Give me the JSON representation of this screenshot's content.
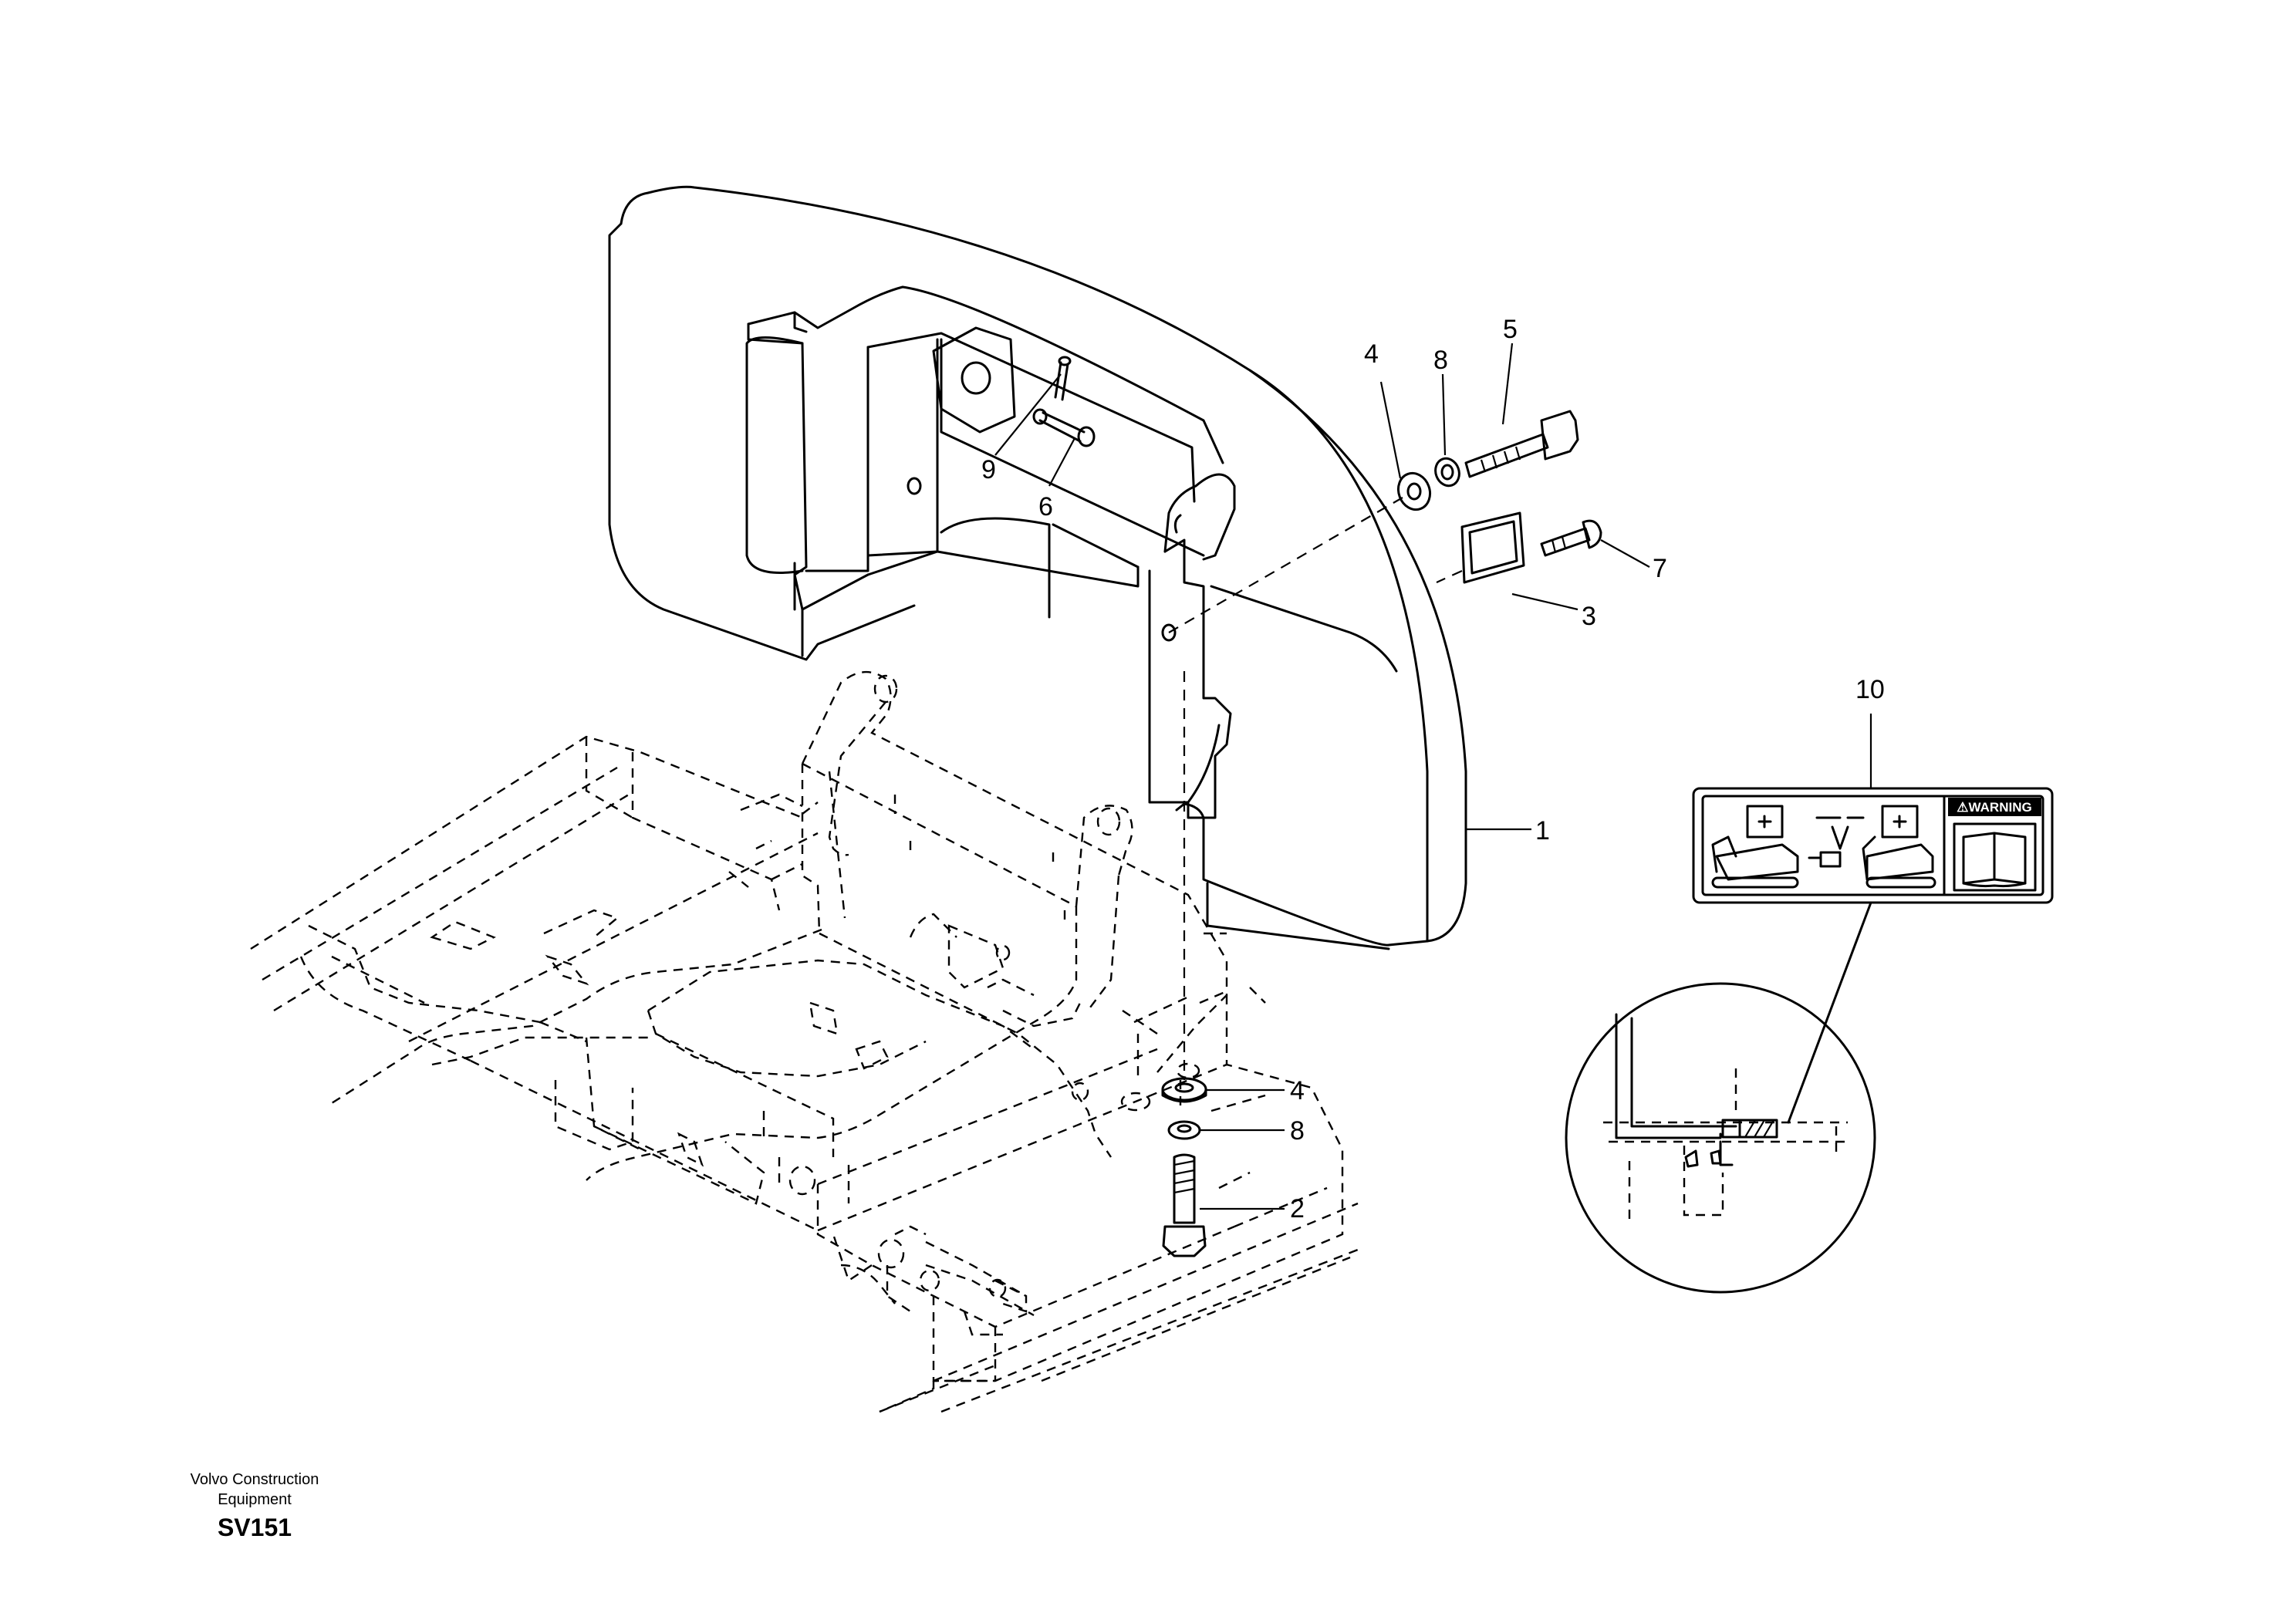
{
  "diagram": {
    "callouts": {
      "c1": "1",
      "c2": "2",
      "c3": "3",
      "c4a": "4",
      "c4b": "4",
      "c5": "5",
      "c6": "6",
      "c7": "7",
      "c8a": "8",
      "c8b": "8",
      "c9": "9",
      "c10": "10"
    },
    "warning_label": {
      "header": "⚠WARNING"
    }
  },
  "footer": {
    "company_line1": "Volvo Construction",
    "company_line2": "Equipment",
    "code": "SV151"
  }
}
